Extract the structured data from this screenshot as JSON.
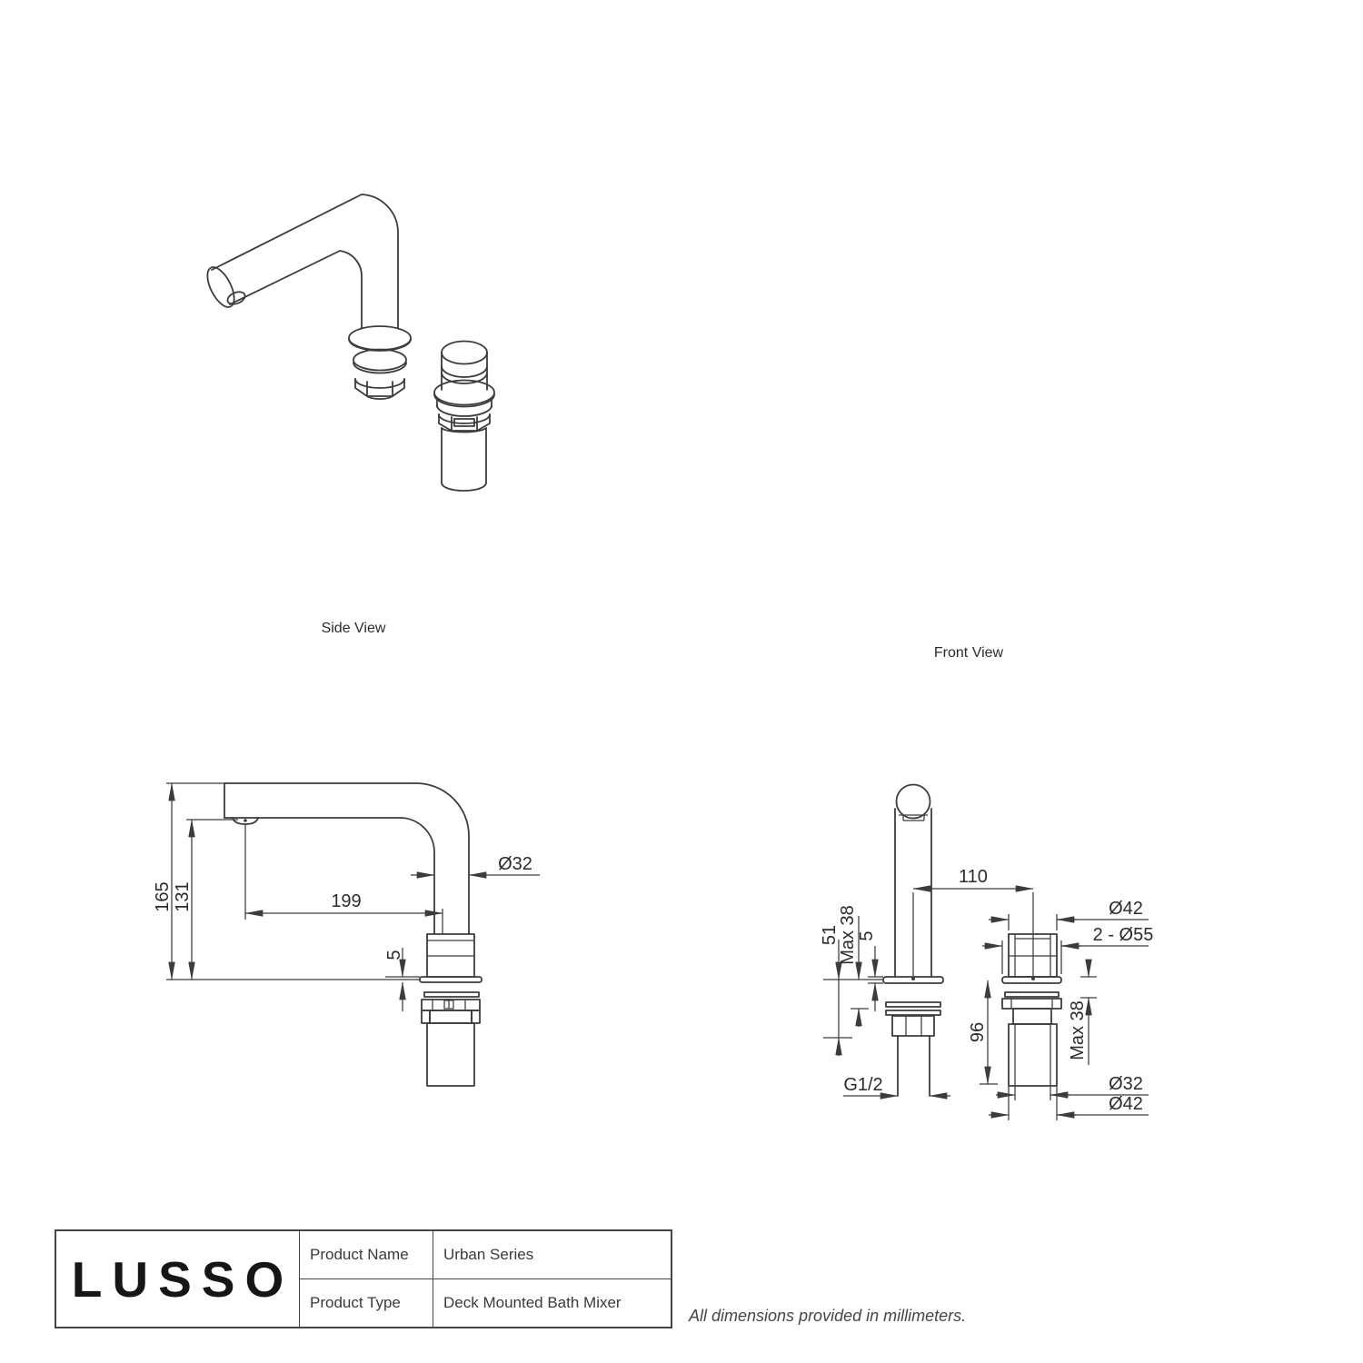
{
  "drawing": {
    "side_view_label": "Side View",
    "front_view_label": "Front View",
    "side_dims": {
      "overall_height": "165",
      "spout_outlet_height": "131",
      "spout_reach": "199",
      "spout_diameter": "Ø32",
      "flange_thickness": "5"
    },
    "front_dims": {
      "spout_to_valve_distance": "110",
      "below_deck_height": "51",
      "max_deck_left": "Max 38",
      "flange_thickness": "5",
      "valve_body_depth": "96",
      "thread_size": "G1/2",
      "valve_knob_diameter": "Ø42",
      "hole_requirement": "2 - Ø55",
      "max_deck_right": "Max 38",
      "body_inner_diameter": "Ø32",
      "body_outer_diameter": "Ø42"
    }
  },
  "title_block": {
    "brand": "LUSSO",
    "rows": [
      {
        "label": "Product Name",
        "value": "Urban Series"
      },
      {
        "label": "Product Type",
        "value": "Deck Mounted Bath Mixer"
      }
    ]
  },
  "note": "All dimensions provided in millimeters.",
  "colors": {
    "line": "#3c3c3c",
    "text": "#2b2b2b"
  }
}
